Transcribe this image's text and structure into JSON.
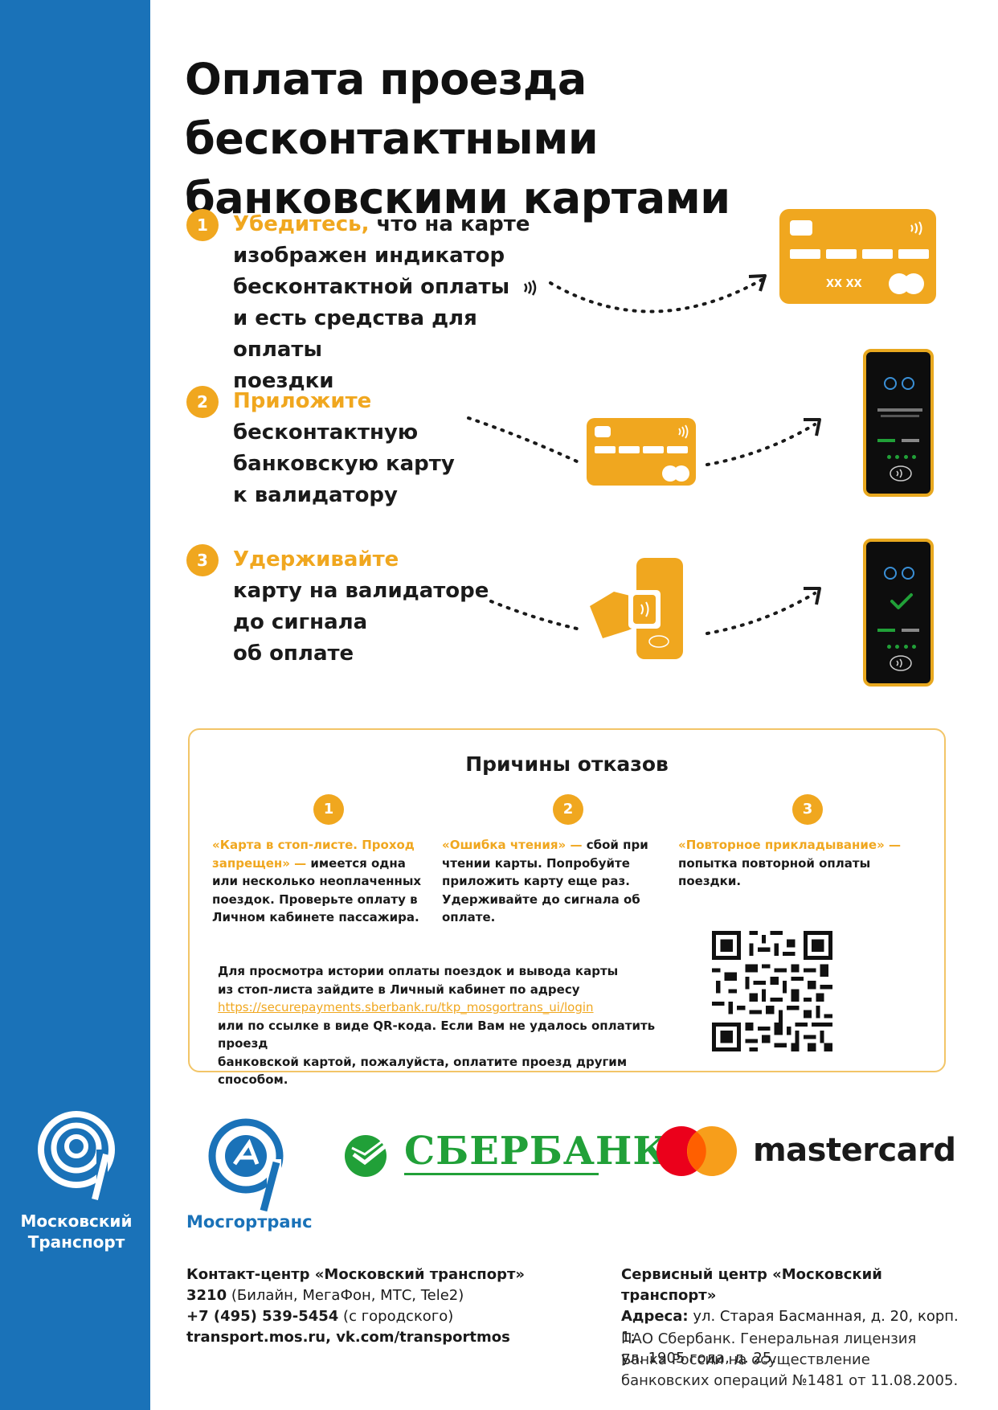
{
  "header": {
    "title_line1": "Оплата проезда бесконтактными",
    "title_line2": "банковскими картами"
  },
  "steps": [
    {
      "number": "1",
      "highlight": "Убедитесь,",
      "lines": [
        "что на карте",
        "изображен индикатор",
        "бесконтактной оплаты",
        "и есть средства для оплаты",
        "поездки"
      ]
    },
    {
      "number": "2",
      "highlight": "Приложите",
      "lines": [
        "бесконтактную",
        "банковскую карту",
        "к валидатору"
      ]
    },
    {
      "number": "3",
      "highlight": "Удерживайте",
      "lines": [
        "карту на валидаторе",
        "до сигнала",
        "об оплате"
      ]
    }
  ],
  "card_illustration": {
    "mask": "XX XX"
  },
  "reasons": {
    "title": "Причины отказов",
    "items": [
      {
        "number": "1",
        "highlight": "«Карта в стоп-листе. Проход запрещен» —",
        "text": "имеется одна или несколько неоплаченных поездок. Проверьте оплату в Личном кабинете пассажира."
      },
      {
        "number": "2",
        "highlight": "«Ошибка чтения» —",
        "text": "сбой при чтении карты. Попробуйте приложить карту еще раз. Удерживайте до сигнала об оплате."
      },
      {
        "number": "3",
        "highlight": "«Повторное прикладывание» —",
        "text": "попытка повторной оплаты поездки."
      }
    ],
    "info_line1": "Для просмотра истории оплаты поездок и вывода карты",
    "info_line2": "из стоп-листа зайдите в Личный кабинет по адресу",
    "info_link": "https://securepayments.sberbank.ru/tkp_mosgortrans_ui/login",
    "info_line3": "или по ссылке в виде QR-кода. Если Вам не удалось оплатить проезд",
    "info_line4": "банковской картой, пожалуйста, оплатите проезд другим способом."
  },
  "logos": {
    "moscow_transport_line1": "Московский",
    "moscow_transport_line2": "Транспорт",
    "mosgortrans": "Мосгортранс",
    "sberbank": "СБЕРБАНК",
    "mastercard": "mastercard"
  },
  "contact": {
    "title": "Контакт-центр «Московский транспорт»",
    "short_number": "3210",
    "short_note": "(Билайн, МегаФон, МТС, Tele2)",
    "phone": "+7 (495) 539-5454",
    "phone_note": "(с городского)",
    "sites": "transport.mos.ru, vk.com/transportmos"
  },
  "service": {
    "title": "Сервисный центр «Московский транспорт»",
    "address_label": "Адреса:",
    "address1": "ул. Старая Басманная, д. 20, корп. 1;",
    "address2": "ул. 1905 года, д. 25.",
    "license": "ПАО Сбербанк. Генеральная лицензия Банка России на осуществление банковских операций №1481 от 11.08.2005."
  },
  "colors": {
    "brand_blue": "#1a72b8",
    "accent_orange": "#f0a71f",
    "sber_green": "#21a038",
    "mc_red": "#eb001b",
    "mc_yellow": "#f79e1b"
  }
}
